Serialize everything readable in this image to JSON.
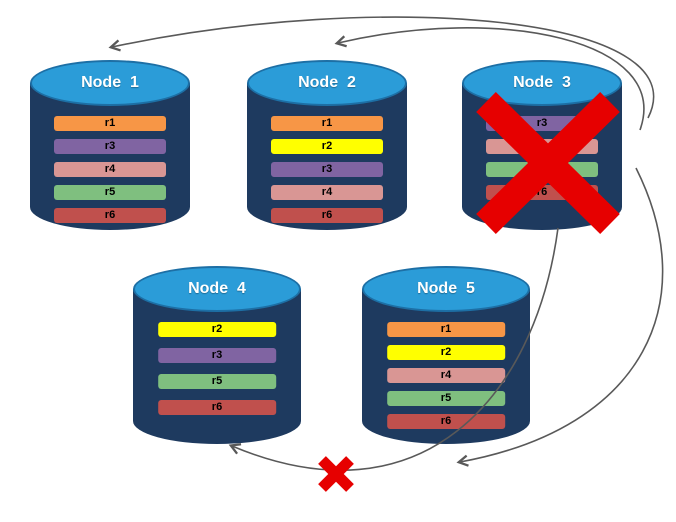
{
  "diagram": {
    "background": "#FFFFFF",
    "nodes": [
      {
        "id": "node-1",
        "label": "Node  1",
        "replicas": [
          "r1",
          "r3",
          "r4",
          "r5",
          "r6"
        ],
        "failed": false
      },
      {
        "id": "node-2",
        "label": "Node  2",
        "replicas": [
          "r1",
          "r2",
          "r3",
          "r4",
          "r6"
        ],
        "failed": false
      },
      {
        "id": "node-3",
        "label": "Node  3",
        "replicas": [
          "r3",
          "r4",
          "r5",
          "r6"
        ],
        "failed": true
      },
      {
        "id": "node-4",
        "label": "Node  4",
        "replicas": [
          "r2",
          "r3",
          "r5",
          "r6"
        ],
        "failed": false
      },
      {
        "id": "node-5",
        "label": "Node  5",
        "replicas": [
          "r1",
          "r2",
          "r4",
          "r5",
          "r6"
        ],
        "failed": false
      }
    ],
    "replica_colors": {
      "r1": "#F79646",
      "r2": "#FFFF00",
      "r3": "#8064A2",
      "r4": "#D99694",
      "r5": "#7FBF7F",
      "r6": "#C0504D"
    },
    "node_style": {
      "body_color": "#1E3A5F",
      "top_color": "#2B9CD8",
      "top_border_color": "#1D6FA5",
      "label_color": "#FFFFFF"
    },
    "arrows": {
      "color": "#595959",
      "items": [
        {
          "name": "arrow-to-node-1",
          "to": "Node 1"
        },
        {
          "name": "arrow-to-node-2",
          "to": "Node 2"
        },
        {
          "name": "arrow-to-node-5",
          "to": "Node 5"
        },
        {
          "name": "arrow-to-node-4",
          "to": "Node 4"
        }
      ]
    },
    "failure_marks": {
      "color": "#E60000",
      "big_x_on": "node-3",
      "small_x_on": "arrow-to-node-4"
    }
  }
}
